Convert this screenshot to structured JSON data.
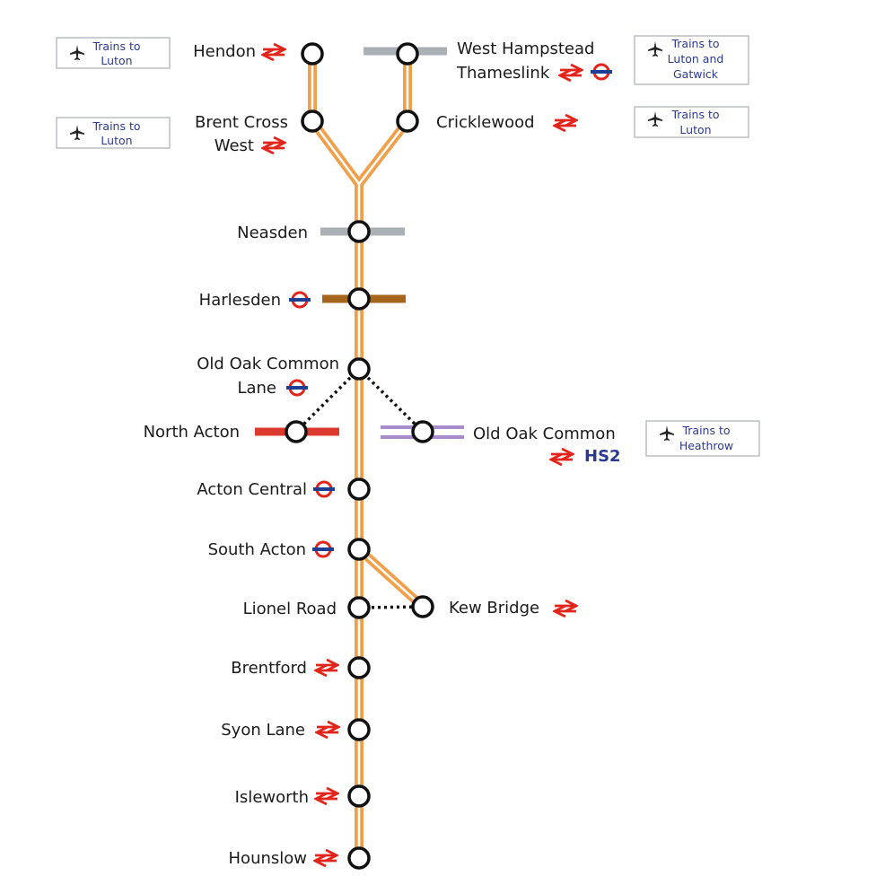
{
  "colors": {
    "line_orange": "#f0a04b",
    "line_cream": "#ffffff",
    "interchange_grey": "#aab0b5",
    "interchange_brown": "#a6651d",
    "interchange_red": "#dc3a2f",
    "interchange_purple": "#a88ccc",
    "national_rail_red": "#e1251b",
    "underground_blue": "#1c3f94",
    "hs2_blue": "#2b3a8f"
  },
  "stations": {
    "hendon": "Hendon",
    "brent_cross": [
      "Brent Cross",
      "West"
    ],
    "west_hampstead": [
      "West Hampstead",
      "Thameslink"
    ],
    "cricklewood": "Cricklewood",
    "neasden": "Neasden",
    "harlesden": "Harlesden",
    "old_oak_common_lane": [
      "Old Oak Common",
      "Lane"
    ],
    "north_acton": "North Acton",
    "old_oak_common": "Old Oak Common",
    "hs2": "HS2",
    "acton_central": "Acton Central",
    "south_acton": "South Acton",
    "lionel_road": "Lionel Road",
    "kew_bridge": "Kew Bridge",
    "brentford": "Brentford",
    "syon_lane": "Syon Lane",
    "isleworth": "Isleworth",
    "hounslow": "Hounslow"
  },
  "airport_boxes": {
    "hendon": [
      "Trains to",
      "Luton"
    ],
    "brent_cross": [
      "Trains to",
      "Luton"
    ],
    "west_hampstead": [
      "Trains to",
      "Luton and",
      "Gatwick"
    ],
    "cricklewood": [
      "Trains to",
      "Luton"
    ],
    "old_oak_common": [
      "Trains to",
      "Heathrow"
    ]
  },
  "icons": {
    "airport": "airplane-icon",
    "national_rail": "national-rail-icon",
    "underground": "underground-roundel-icon"
  }
}
